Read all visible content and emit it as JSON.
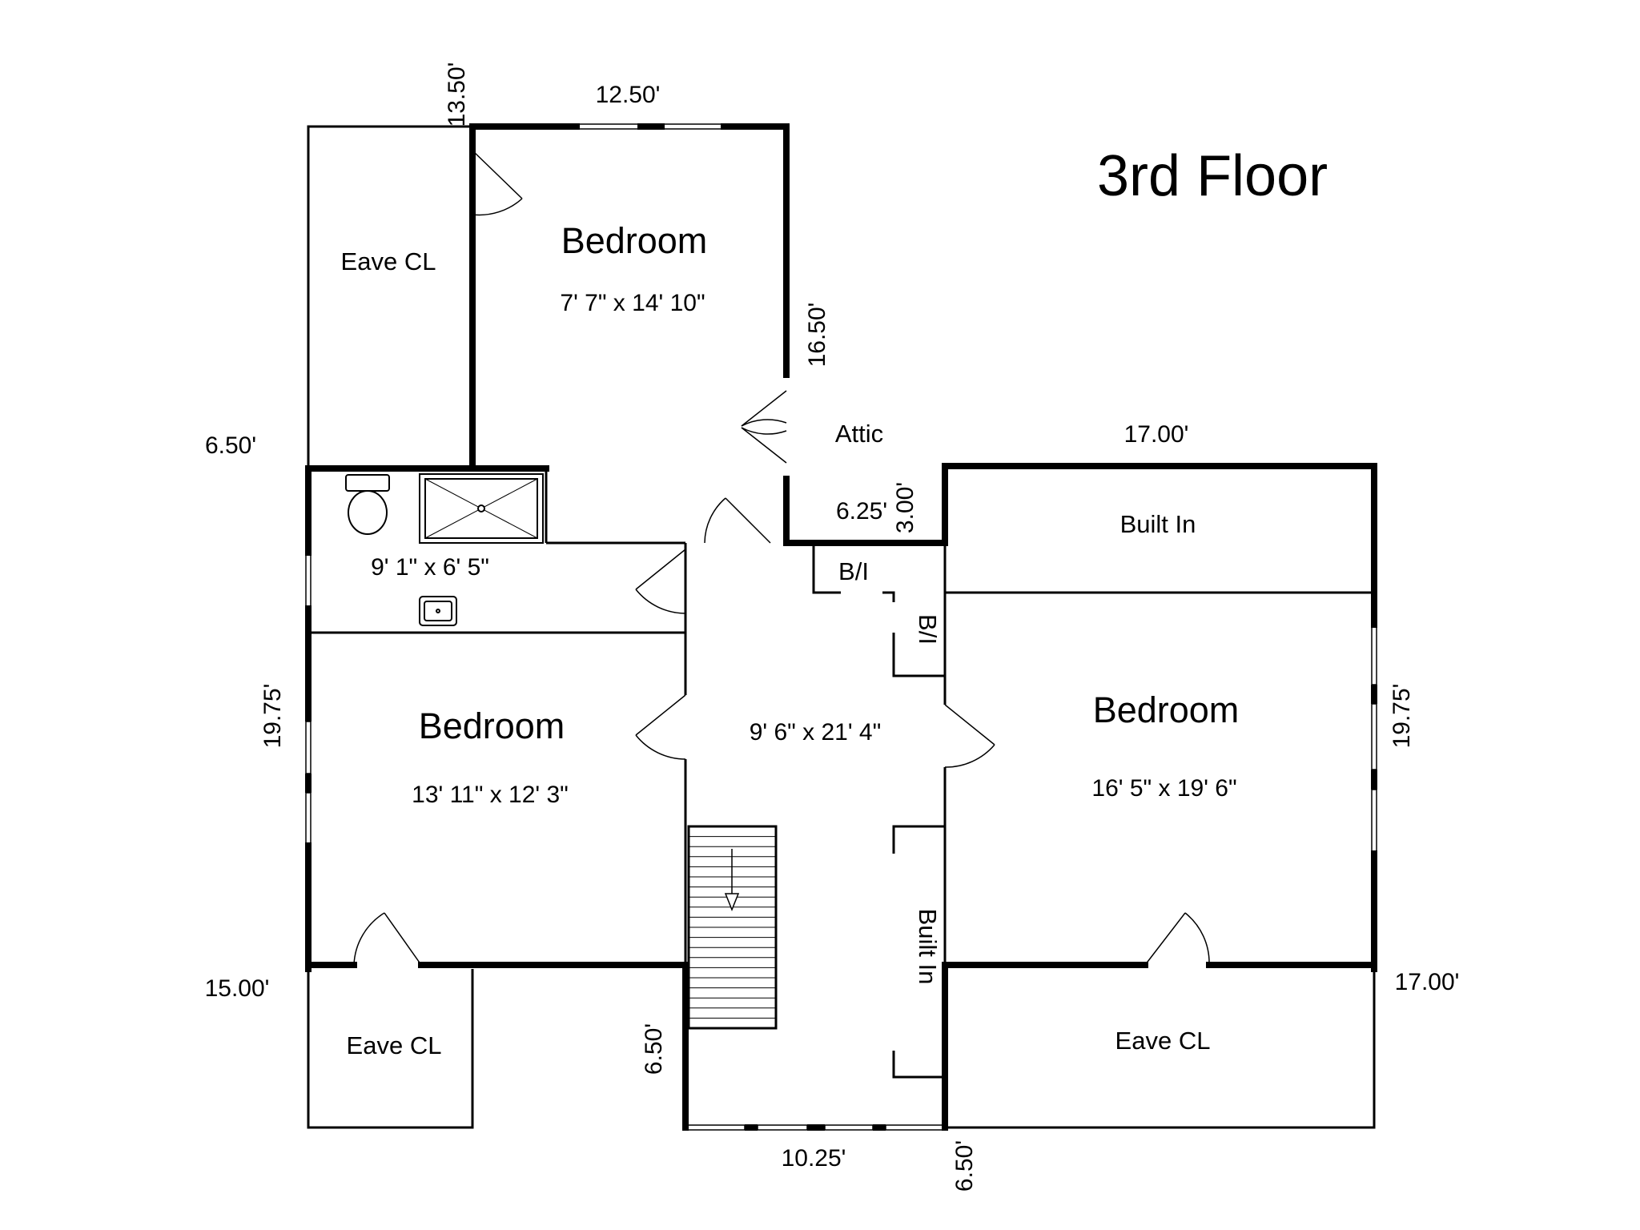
{
  "title": "3rd Floor",
  "rooms": {
    "bedroom_top": {
      "name": "Bedroom",
      "size": "7' 7\" x 14' 10\""
    },
    "bedroom_left": {
      "name": "Bedroom",
      "size": "13' 11\" x 12' 3\""
    },
    "bedroom_right": {
      "name": "Bedroom",
      "size": "16' 5\" x 19' 6\""
    },
    "bath": {
      "size": "9' 1\" x 6' 5\""
    },
    "hall": {
      "size": "9' 6\" x 21' 4\""
    },
    "eave_top_left": {
      "name": "Eave CL"
    },
    "eave_bottom_left": {
      "name": "Eave CL"
    },
    "eave_bottom_right": {
      "name": "Eave CL"
    },
    "attic": {
      "name": "Attic"
    },
    "built_in_top": {
      "name": "Built In"
    },
    "built_in_hall": {
      "name": "Built In"
    },
    "bi_top": {
      "name": "B/I"
    },
    "bi_side": {
      "name": "B/I"
    }
  },
  "dimensions": {
    "top_13_50": "13.50'",
    "top_12_50": "12.50'",
    "right_16_50": "16.50'",
    "left_6_50": "6.50'",
    "mid_17_00": "17.00'",
    "mid_6_25": "6.25'",
    "mid_3_00": "3.00'",
    "left_19_75": "19.75'",
    "right_19_75": "19.75'",
    "left_15_00": "15.00'",
    "right_17_00": "17.00'",
    "bottom_6_50_v": "6.50'",
    "bottom_10_25": "10.25'",
    "bottom_6_50_v2": "6.50'"
  },
  "icons": [
    "toilet-icon",
    "shower-icon",
    "sink-icon",
    "stair-arrow-icon"
  ]
}
